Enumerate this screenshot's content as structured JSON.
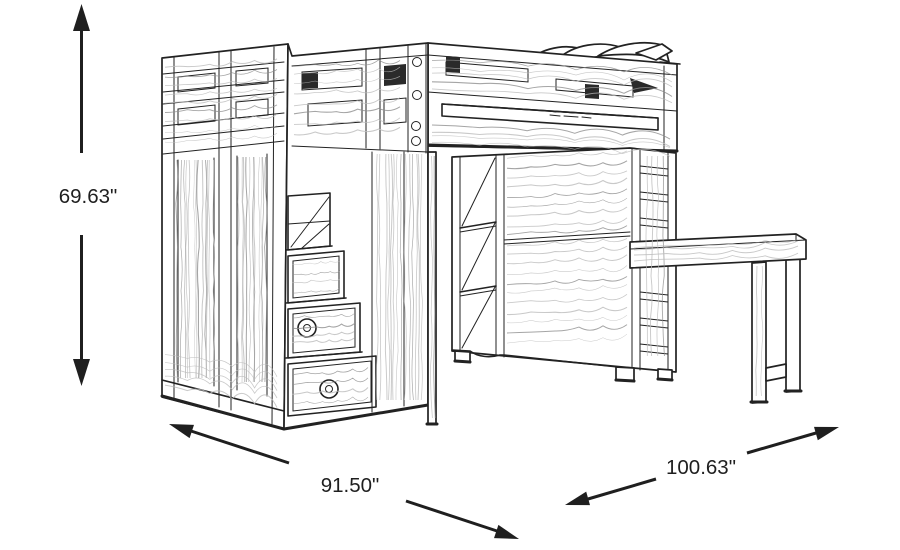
{
  "background": "#ffffff",
  "colors": {
    "line": "#1f1f1f",
    "sketch": "#222222",
    "grain_light": "#bcbcbc",
    "grain_dark": "#8f8f8f"
  },
  "dimensions": {
    "height": {
      "label": "69.63\""
    },
    "width": {
      "label": "91.50\""
    },
    "depth": {
      "label": "100.63\""
    }
  },
  "illustration": {
    "parts": [
      "wardrobe-end",
      "storage-stair-drawers",
      "loft-bed-rail",
      "bedding",
      "under-bed-bookcase",
      "attached-desk"
    ]
  }
}
